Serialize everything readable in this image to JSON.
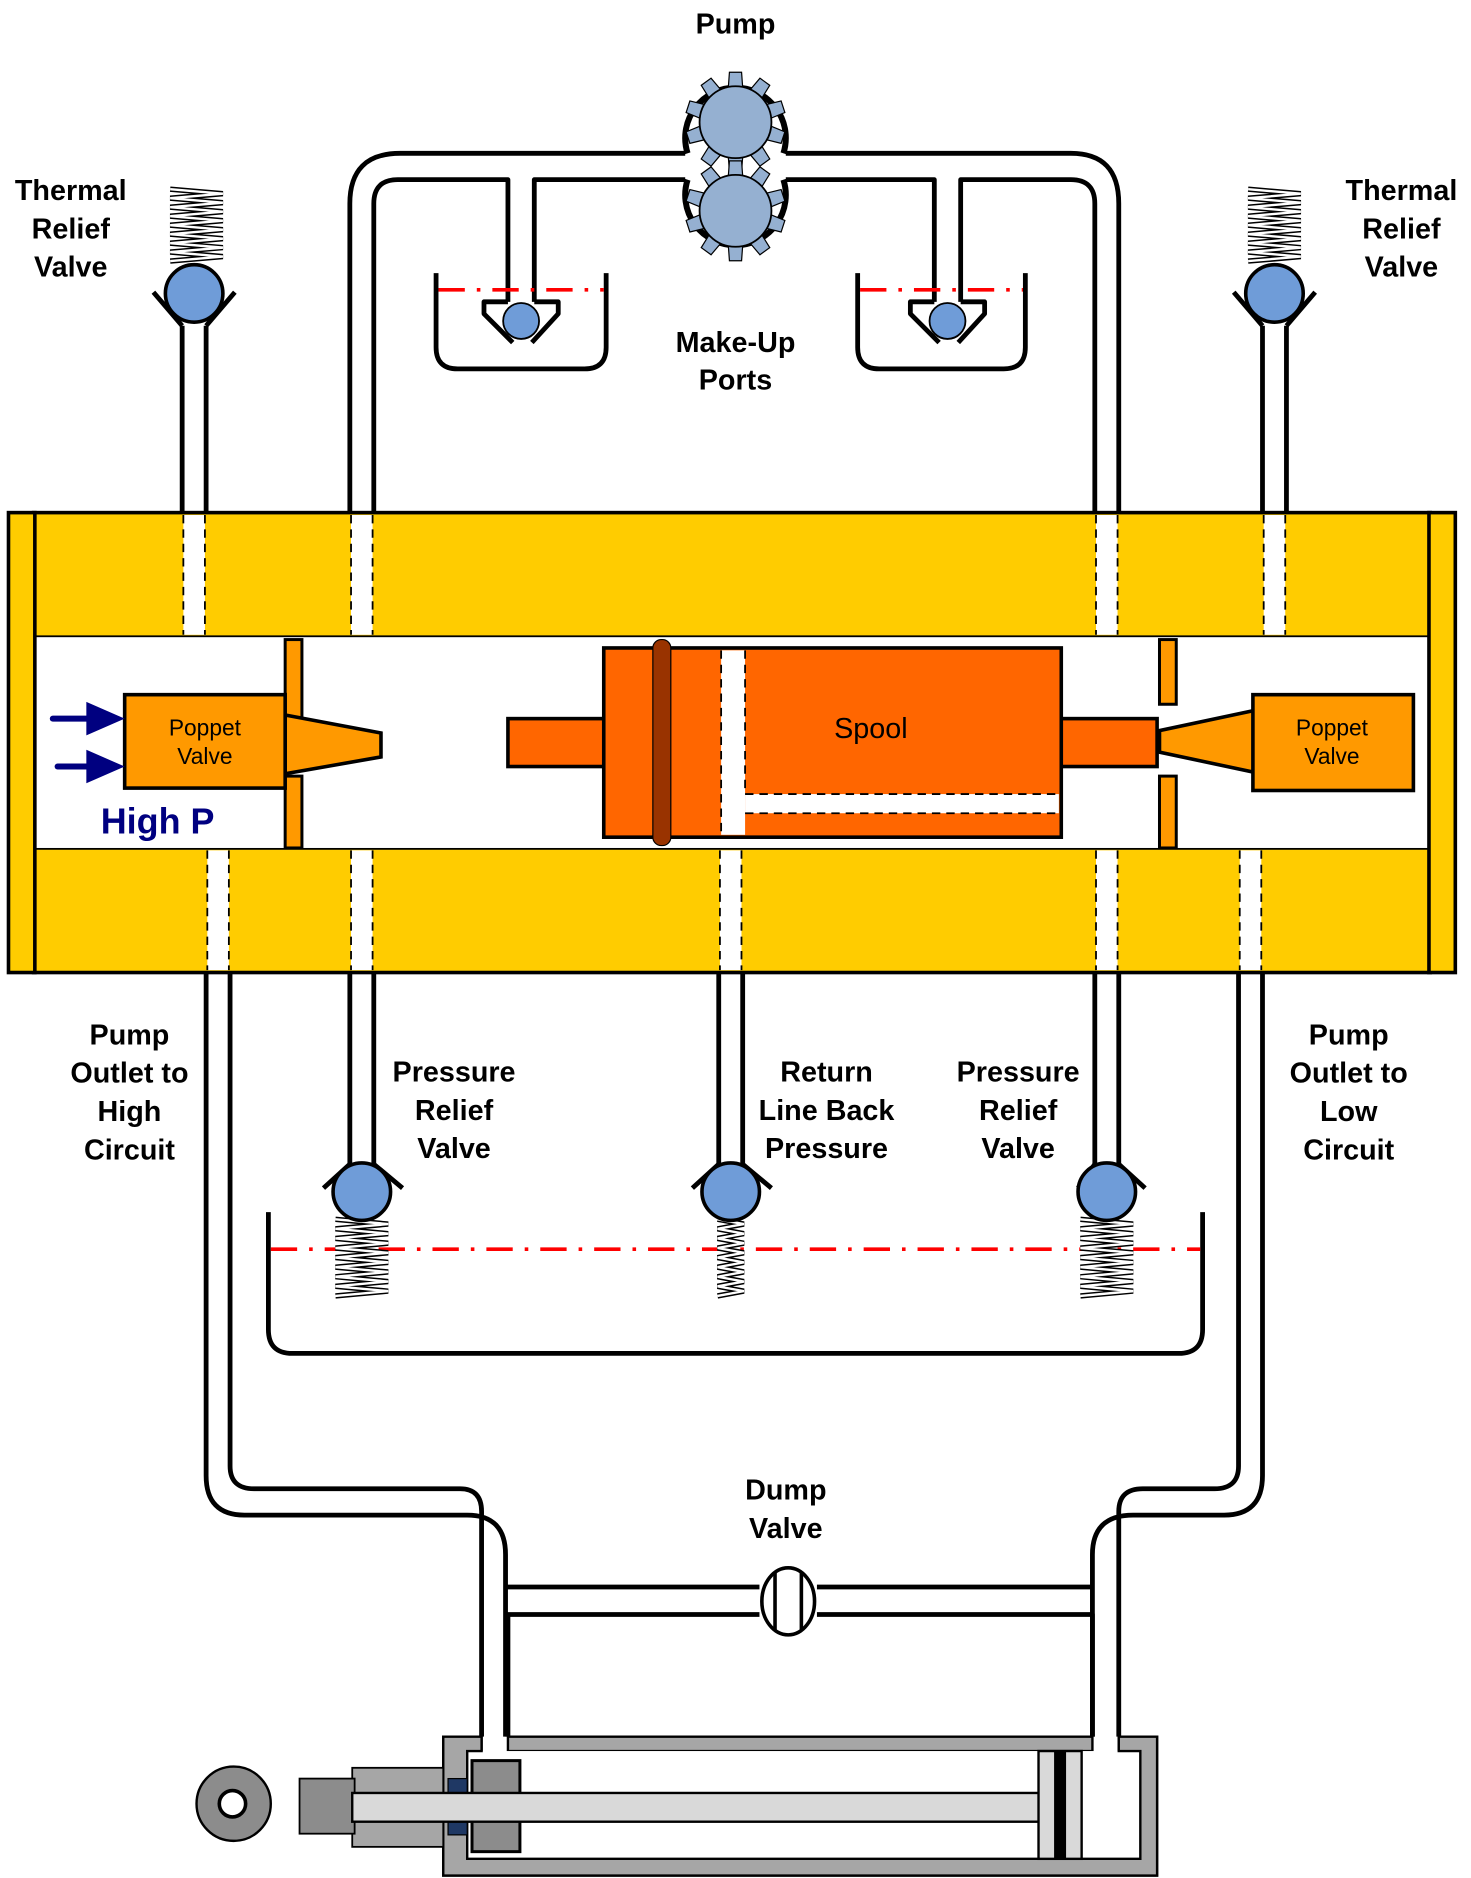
{
  "title": "Hydraulic control valve circuit (pump, spool valve, relief valves, cylinder)",
  "labels": {
    "pump": "Pump",
    "make_up_ports": [
      "Make-Up",
      "Ports"
    ],
    "thermal_relief_left": [
      "Thermal",
      "Relief",
      "Valve"
    ],
    "thermal_relief_right": [
      "Thermal",
      "Relief",
      "Valve"
    ],
    "poppet_left": [
      "Poppet",
      "Valve"
    ],
    "poppet_right": [
      "Poppet",
      "Valve"
    ],
    "spool": "Spool",
    "high_p": "High P",
    "pump_outlet_high": [
      "Pump",
      "Outlet to",
      "High",
      "Circuit"
    ],
    "pump_outlet_low": [
      "Pump",
      "Outlet to",
      "Low",
      "Circuit"
    ],
    "pressure_relief_left": [
      "Pressure",
      "Relief",
      "Valve"
    ],
    "return_line": [
      "Return",
      "Line Back",
      "Pressure"
    ],
    "pressure_relief_right": [
      "Pressure",
      "Relief",
      "Valve"
    ],
    "dump_valve": [
      "Dump",
      "Valve"
    ]
  },
  "colors": {
    "housing": "#FFCC00",
    "poppet": "#FF9900",
    "spool": "#FF6600",
    "seal": "#993300",
    "ball": "#6F9CD8",
    "gear": "#95B0D1",
    "arrow": "#000080",
    "oil_level": "#FF0000",
    "cylinder_body": "#A6A6A6",
    "cylinder_dark": "#8C8C8C",
    "cylinder_rod": "#D9D9D9",
    "cylinder_seal": "#1F3864"
  }
}
